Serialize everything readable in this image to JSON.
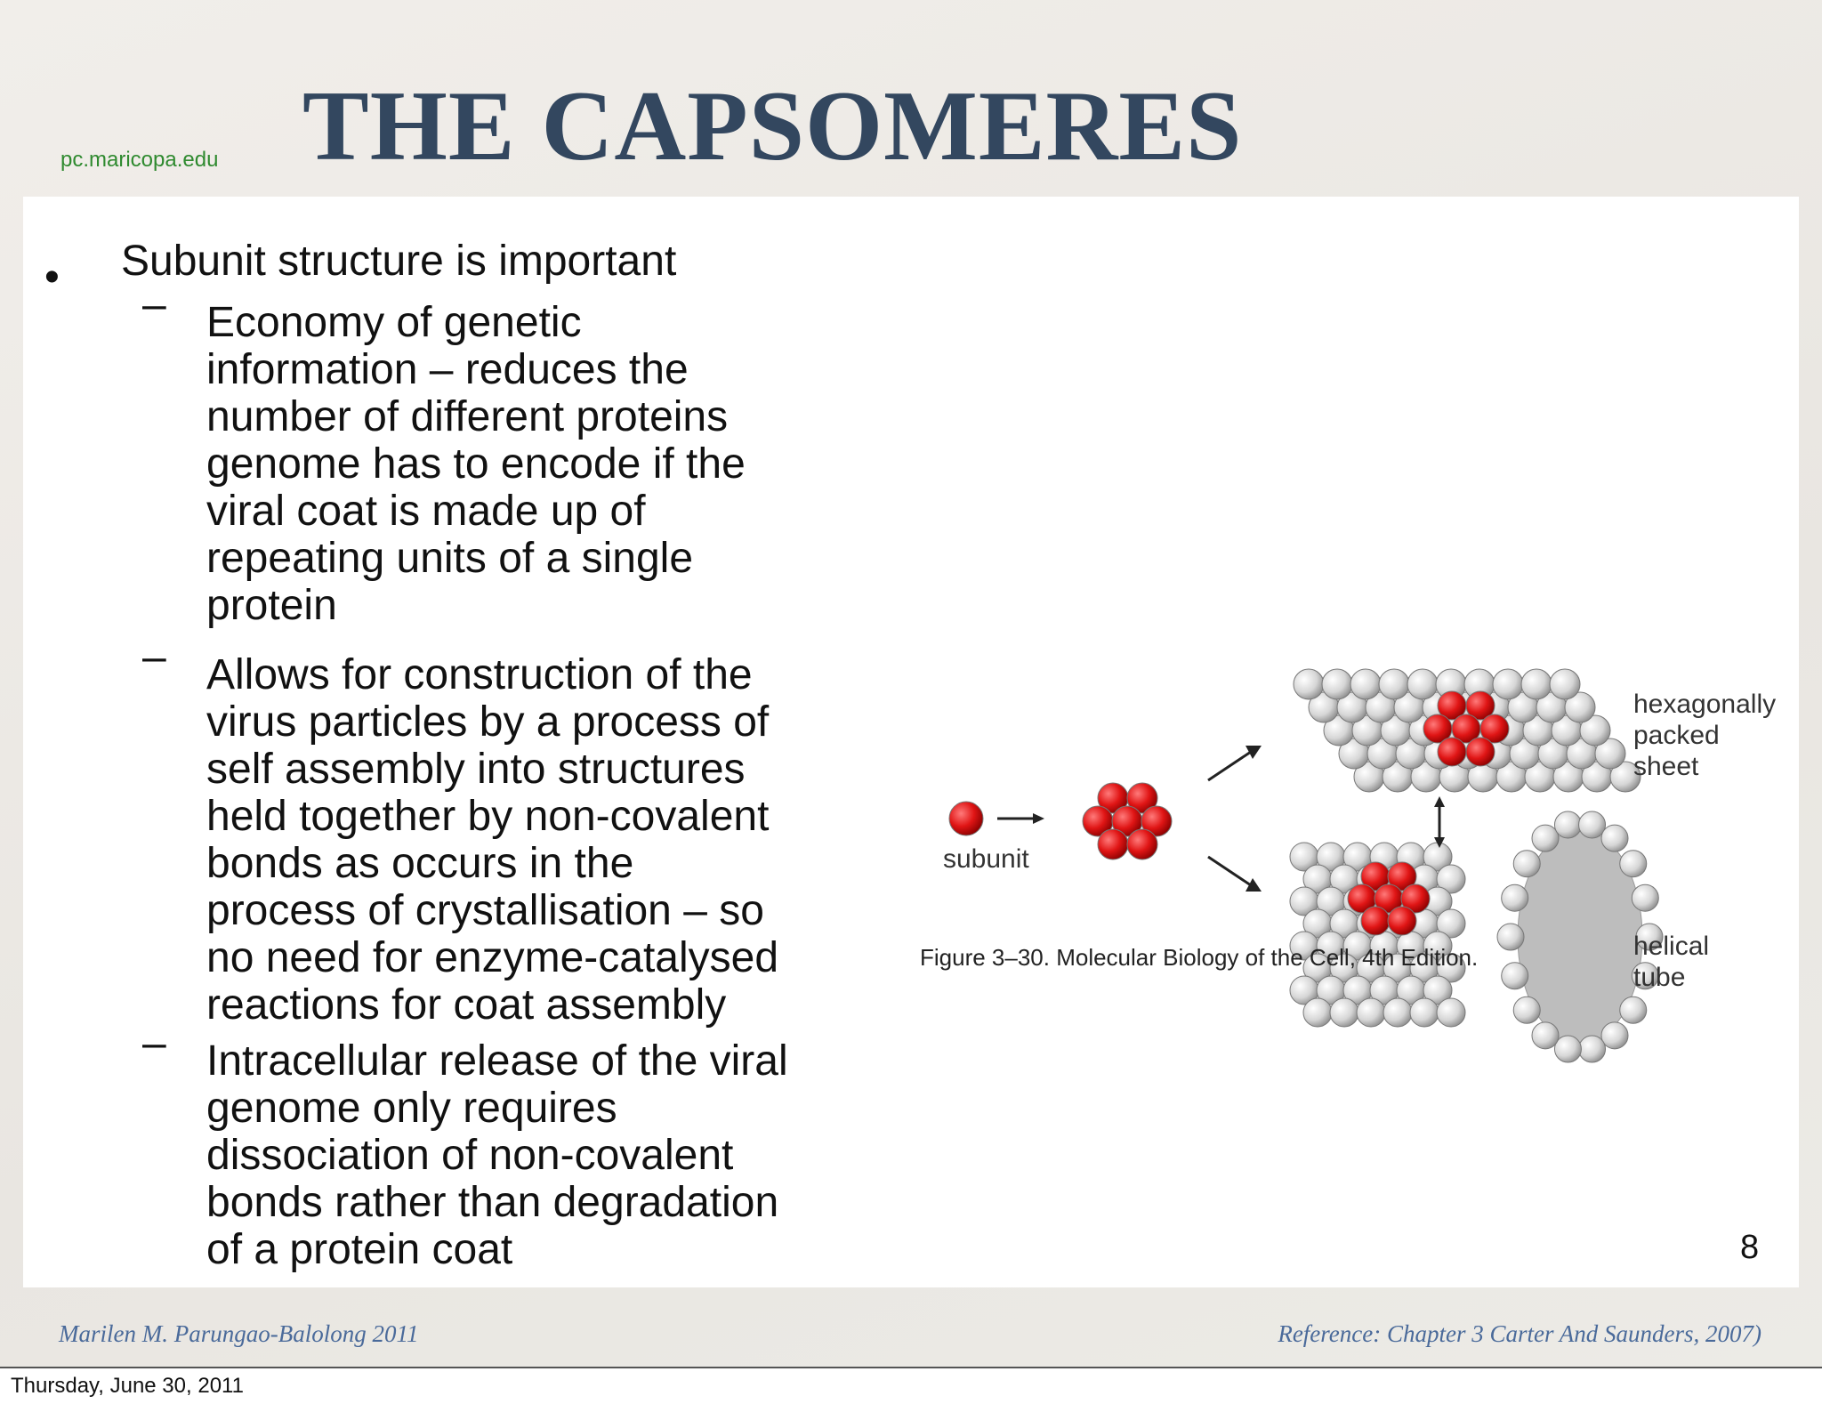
{
  "slide": {
    "source": "pc.maricopa.edu",
    "title": "THE CAPSOMERES",
    "bullet": "Subunit structure is important",
    "sub_bullets": [
      "Economy of genetic\ninformation – reduces the\nnumber of different proteins\ngenome has to encode if the\nviral coat is made up of\nrepeating units of a single\nprotein",
      "Allows for construction of the\nvirus particles by a process of\nself assembly into structures\nheld together by non-covalent\nbonds as occurs in the\nprocess of crystallisation – so\nno need for enzyme-catalysed\nreactions for coat assembly",
      "Intracellular release of the viral\ngenome only requires\ndissociation of non-covalent\nbonds rather than degradation\nof a protein coat"
    ],
    "figure": {
      "label_subunit": "subunit",
      "label_sheet": "hexagonally\npacked\nsheet",
      "label_tube": "helical\ntube",
      "caption": "Figure 3–30. Molecular Biology of the Cell, 4th Edition."
    },
    "page_number": "8",
    "footer_left": "Marilen M. Parungao-Balolong  2011",
    "footer_right": "Reference: Chapter 3 Carter And Saunders, 2007)"
  },
  "date": "Thursday, June 30, 2011",
  "colors": {
    "title": "#33475f",
    "source": "#2f8a2f",
    "footer": "#4a6a9a",
    "subunit_red": "#d81b1b",
    "subunit_grey": "#d9d9d9"
  }
}
